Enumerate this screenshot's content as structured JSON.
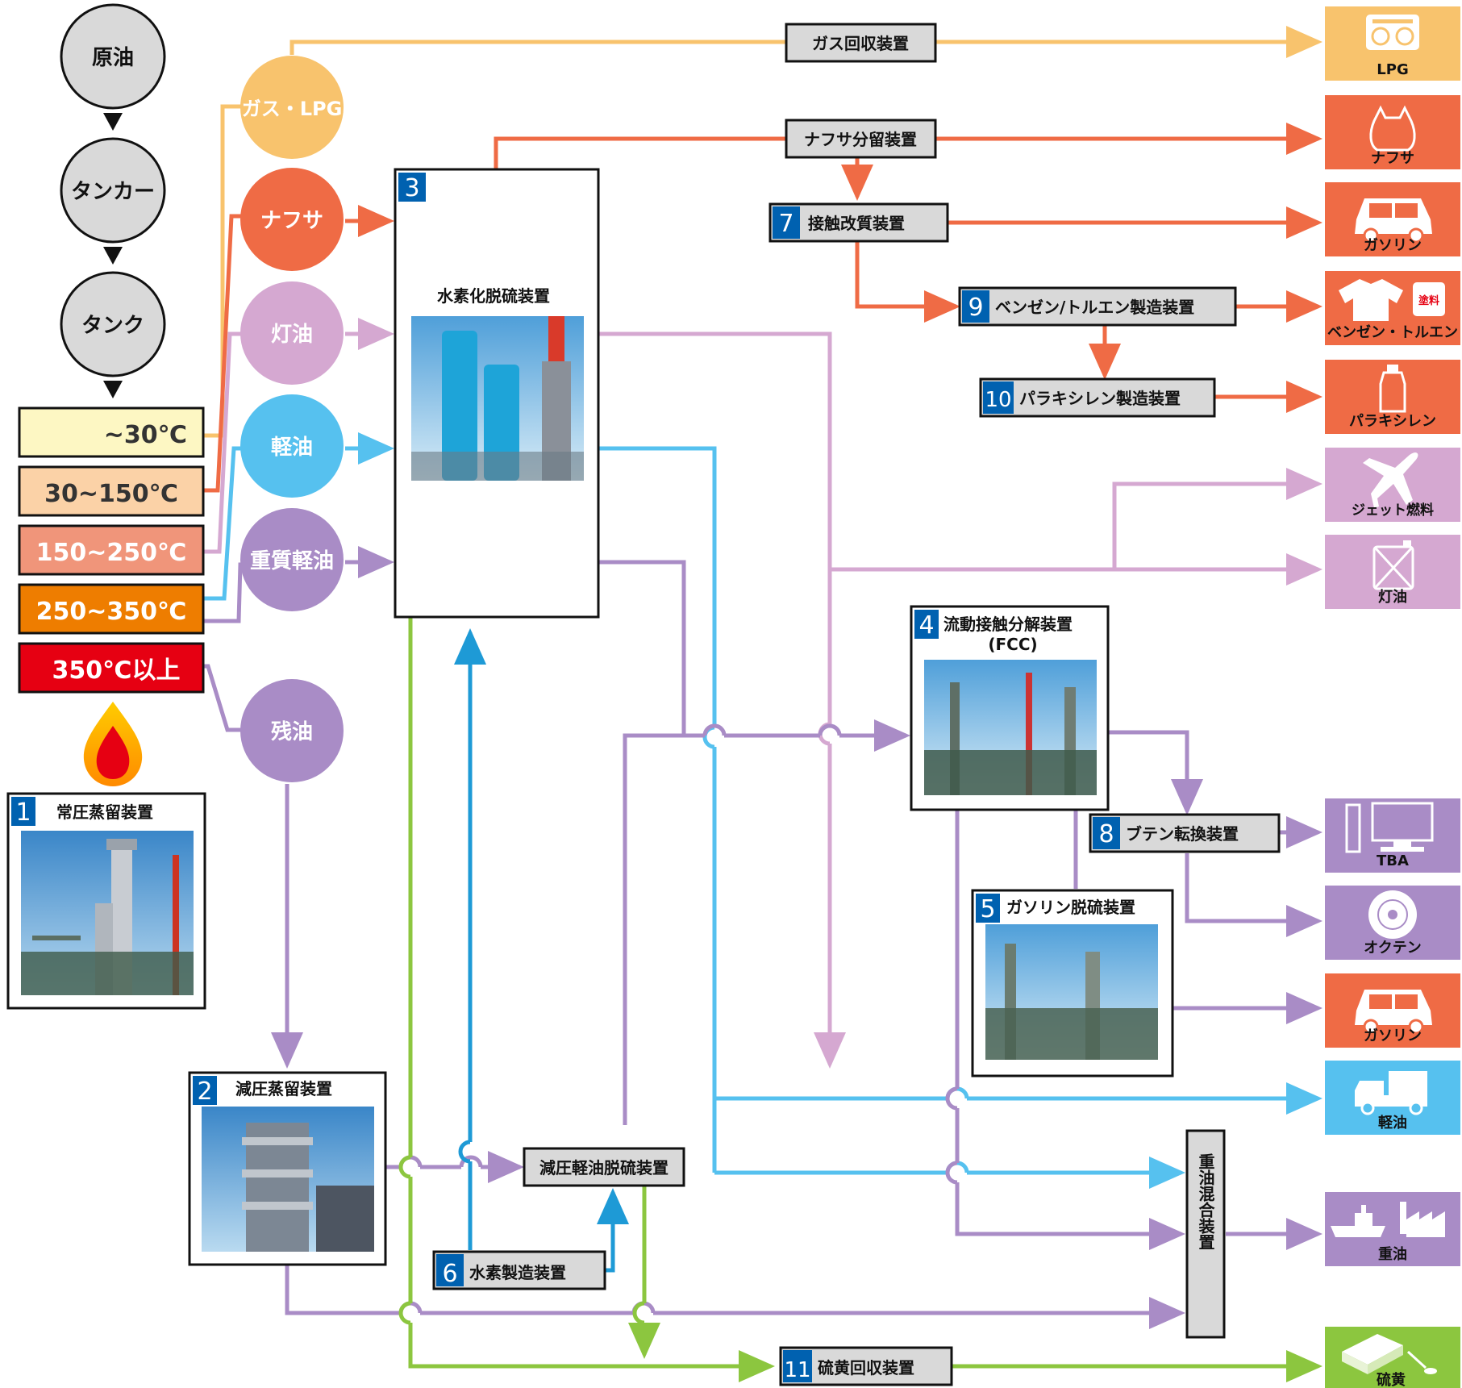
{
  "source_chain": [
    "原油",
    "タンカー",
    "タンク"
  ],
  "temperature_ranges": [
    {
      "label": "~30℃",
      "color": "#fdf7c3",
      "text_color": "#333333"
    },
    {
      "label": "30~150℃",
      "color": "#fbd2a7",
      "text_color": "#333333"
    },
    {
      "label": "150~250℃",
      "color": "#f0957a",
      "text_color": "#ffffff"
    },
    {
      "label": "250~350℃",
      "color": "#ee7d00",
      "text_color": "#ffffff"
    },
    {
      "label": "350℃以上",
      "color": "#e60012",
      "text_color": "#ffffff"
    }
  ],
  "fractions": [
    {
      "label": "ガス・LPG",
      "color": "#f8c36d"
    },
    {
      "label": "ナフサ",
      "color": "#ef6b45"
    },
    {
      "label": "灯油",
      "color": "#d5a8d1"
    },
    {
      "label": "軽油",
      "color": "#56c1ef"
    },
    {
      "label": "重質軽油",
      "color": "#a98cc6"
    },
    {
      "label": "残油",
      "color": "#a98cc6"
    }
  ],
  "units": {
    "u1": {
      "num": "1",
      "label": "常圧蒸留装置"
    },
    "u2": {
      "num": "2",
      "label": "減圧蒸留装置"
    },
    "u3": {
      "num": "3",
      "label": "水素化脱硫装置"
    },
    "u4": {
      "num": "4",
      "label": "流動接触分解装置",
      "sub": "(FCC)"
    },
    "u5": {
      "num": "5",
      "label": "ガソリン脱硫装置"
    },
    "u6": {
      "num": "6",
      "label": "水素製造装置"
    },
    "u7": {
      "num": "7",
      "label": "接触改質装置"
    },
    "u8": {
      "num": "8",
      "label": "ブテン転換装置"
    },
    "u9": {
      "num": "9",
      "label": "ベンゼン/トルエン製造装置"
    },
    "u10": {
      "num": "10",
      "label": "パラキシレン製造装置"
    },
    "u11": {
      "num": "11",
      "label": "硫黄回収装置"
    }
  },
  "plain_units": {
    "gas_recovery": "ガス回収装置",
    "naphtha_split": "ナフサ分留装置",
    "vgo_hds": "減圧軽油脱硫装置",
    "fuel_oil_blend": "重油混合装置"
  },
  "products": [
    {
      "label": "LPG",
      "color": "#f8c36d",
      "icon": "gas-stove-icon"
    },
    {
      "label": "ナフサ",
      "color": "#ef6b45",
      "icon": "plastic-bag-icon"
    },
    {
      "label": "ガソリン",
      "color": "#ef6b45",
      "icon": "car-icon"
    },
    {
      "label": "ベンゼン・トルエン",
      "color": "#ef6b45",
      "icon": "shirt-paint-icon",
      "badge": "塗料"
    },
    {
      "label": "パラキシレン",
      "color": "#ef6b45",
      "icon": "bottle-icon"
    },
    {
      "label": "ジェット燃料",
      "color": "#d5a8d1",
      "icon": "airplane-icon"
    },
    {
      "label": "灯油",
      "color": "#d5a8d1",
      "icon": "jerrycan-icon"
    },
    {
      "label": "TBA",
      "color": "#a98cc6",
      "icon": "computer-icon"
    },
    {
      "label": "オクテン",
      "color": "#a98cc6",
      "icon": "disc-icon"
    },
    {
      "label": "ガソリン",
      "color": "#ef6b45",
      "icon": "car-icon"
    },
    {
      "label": "軽油",
      "color": "#56c1ef",
      "icon": "truck-icon"
    },
    {
      "label": "重油",
      "color": "#a98cc6",
      "icon": "ship-factory-icon"
    },
    {
      "label": "硫黄",
      "color": "#8cc63f",
      "icon": "sulfur-box-icon"
    }
  ],
  "flow_colors": {
    "gas": "#f8c36d",
    "naphtha": "#ef6b45",
    "kerosene": "#d5a8d1",
    "gasoil": "#56c1ef",
    "heavy": "#a98cc6",
    "hydrogen": "#1e9ad6",
    "sulfur": "#8cc63f",
    "unit_number_bg": "#0061b0"
  }
}
